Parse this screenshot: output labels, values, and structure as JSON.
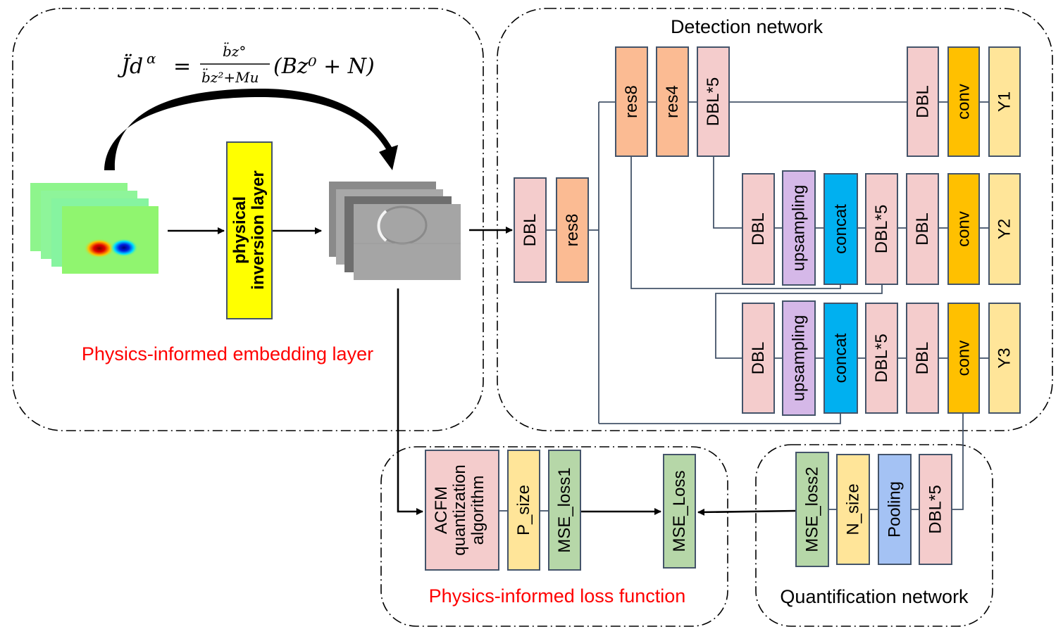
{
  "colors": {
    "dbl": "#f4cccc",
    "res": "#fbbb93",
    "upsampling": "#d5b8e8",
    "concat": "#00b0f0",
    "conv": "#ffc000",
    "output": "#ffe599",
    "size": "#ffe599",
    "mse": "#b6d7a8",
    "pooling": "#a4c2f4",
    "acfm": "#f4cccc",
    "inversion": "#ffff00",
    "title_red": "#ff0000",
    "wire": "#44546a"
  },
  "embedding": {
    "title": "Physics-informed embedding layer",
    "formula": {
      "lhs": "J̈d",
      "lhs_sup": "α",
      "equals": "=",
      "numerator": "b̈z°",
      "denominator": "b̈z²+Mu",
      "rhs": "(Bz⁰ + N)"
    },
    "inversion_layer": {
      "line1": "physical",
      "line2": "inversion layer"
    },
    "input_maps": "magnetic-field-color-maps",
    "output_maps": "inverted-grayscale-images"
  },
  "detection": {
    "title": "Detection network",
    "backbone": [
      {
        "label": "DBL",
        "type": "dbl"
      },
      {
        "label": "res8",
        "type": "res"
      }
    ],
    "branch1_head": [
      {
        "label": "res8",
        "type": "res"
      },
      {
        "label": "res4",
        "type": "res"
      },
      {
        "label": "DBL*5",
        "type": "dbl"
      }
    ],
    "branch1_tail": [
      {
        "label": "DBL",
        "type": "dbl"
      },
      {
        "label": "conv",
        "type": "conv"
      },
      {
        "label": "Y1",
        "type": "output"
      }
    ],
    "branch2": [
      {
        "label": "DBL",
        "type": "dbl"
      },
      {
        "label": "upsampling",
        "type": "upsampling"
      },
      {
        "label": "concat",
        "type": "concat"
      },
      {
        "label": "DBL*5",
        "type": "dbl"
      },
      {
        "label": "DBL",
        "type": "dbl"
      },
      {
        "label": "conv",
        "type": "conv"
      },
      {
        "label": "Y2",
        "type": "output"
      }
    ],
    "branch3": [
      {
        "label": "DBL",
        "type": "dbl"
      },
      {
        "label": "upsampling",
        "type": "upsampling"
      },
      {
        "label": "concat",
        "type": "concat"
      },
      {
        "label": "DBL*5",
        "type": "dbl"
      },
      {
        "label": "DBL",
        "type": "dbl"
      },
      {
        "label": "conv",
        "type": "conv"
      },
      {
        "label": "Y3",
        "type": "output"
      }
    ]
  },
  "loss": {
    "title": "Physics-informed loss function",
    "acfm": {
      "line1": "ACFM",
      "line2": "quantization",
      "line3": "algorithm"
    },
    "blocks": [
      {
        "label": "P_size",
        "type": "size"
      },
      {
        "label": "MSE_loss1",
        "type": "mse"
      }
    ],
    "final": {
      "label": "MSE_Loss",
      "type": "mse"
    }
  },
  "quantification": {
    "title": "Quantification network",
    "blocks": [
      {
        "label": "MSE_loss2",
        "type": "mse"
      },
      {
        "label": "N_size",
        "type": "size"
      },
      {
        "label": "Pooling",
        "type": "pooling"
      },
      {
        "label": "DBL*5",
        "type": "dbl"
      }
    ]
  }
}
